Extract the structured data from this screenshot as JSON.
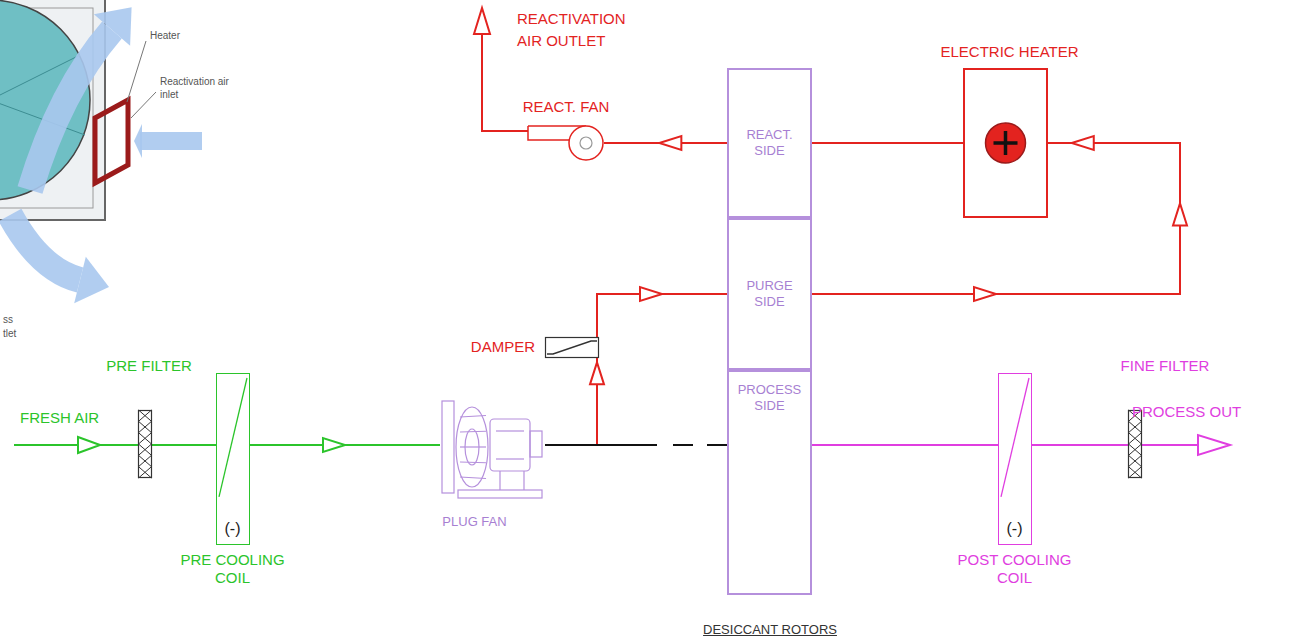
{
  "diagram": {
    "nodes": [
      {
        "text": [
          "PRE FILTER"
        ]
      },
      {
        "text": [
          "(-)",
          "PRE COOLING COIL"
        ]
      },
      {
        "text": [
          "PLUG FAN"
        ]
      },
      {
        "text": [
          "PROCESS SIDE"
        ]
      },
      {
        "text": [
          "(-)",
          "POST COOLING COIL"
        ]
      },
      {
        "text": [
          "FINE FILTER"
        ]
      },
      {
        "text": [
          "DAMPER"
        ]
      },
      {
        "text": [
          "PURGE SIDE"
        ]
      },
      {
        "text": [
          "ELECTRIC HEATER"
        ]
      },
      {
        "text": [
          "REACT. SIDE"
        ]
      },
      {
        "text": [
          "REACT. FAN"
        ]
      }
    ],
    "edges": [
      {
        "from": 0,
        "to": 1,
        "arrow": "none"
      },
      {
        "from": 1,
        "to": 2,
        "arrow": "to"
      },
      {
        "from": 2,
        "to": 3,
        "arrow": "none"
      },
      {
        "from": 3,
        "to": 4,
        "arrow": "none"
      },
      {
        "from": 4,
        "to": 5,
        "arrow": "none"
      },
      {
        "from": 2,
        "to": 6,
        "arrow": "to"
      },
      {
        "from": 6,
        "to": 7,
        "arrow": "to"
      },
      {
        "from": 7,
        "to": 8,
        "arrow": "to"
      },
      {
        "from": 8,
        "to": 9,
        "arrow": "none"
      },
      {
        "from": 9,
        "to": 10,
        "arrow": "to"
      }
    ],
    "labels": [
      "Heater",
      "Reactivation air inlet",
      "ss",
      "tlet",
      "REACTIVATION AIR OUTLET",
      "FRESH AIR",
      "PROCESS OUT",
      "DESICCANT ROTORS"
    ]
  }
}
